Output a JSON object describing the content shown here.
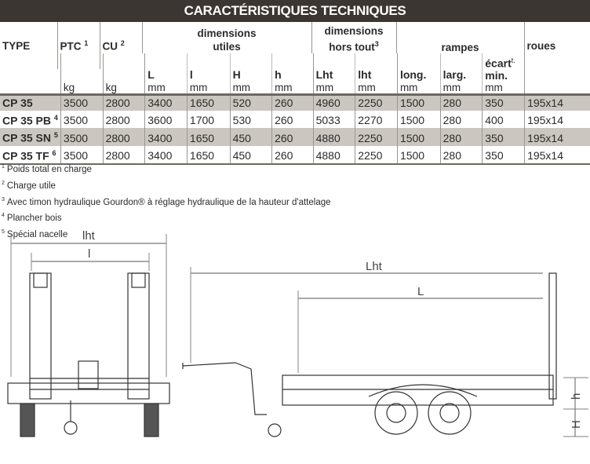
{
  "title": "CARACTÉRISTIQUES TECHNIQUES",
  "headers": {
    "type": "TYPE",
    "ptc": "PTC",
    "ptc_sup": "1",
    "cu": "CU",
    "cu_sup": "2",
    "dim_utiles_1": "dimensions",
    "dim_utiles_2": "utiles",
    "dim_hors_1": "dimensions",
    "dim_hors_2": "hors tout",
    "dim_hors_sup": "3",
    "rampes": "rampes",
    "roues": "roues",
    "L": "L",
    "l": "l",
    "H": "H",
    "h": "h",
    "Lht": "Lht",
    "lht": "lht",
    "long": "long.",
    "larg": "larg.",
    "ecart": "écart",
    "ecart_sup": "t.",
    "min": "min.",
    "kg": "kg",
    "mm": "mm"
  },
  "rows": [
    {
      "type": "CP 35",
      "sup": "",
      "ptc": "3500",
      "cu": "2800",
      "L": "3400",
      "l": "1650",
      "H": "520",
      "h": "260",
      "Lht": "4960",
      "lht": "2250",
      "long": "1500",
      "larg": "280",
      "ecart": "350",
      "roues": "195x14"
    },
    {
      "type": "CP 35 PB",
      "sup": "4",
      "ptc": "3500",
      "cu": "2800",
      "L": "3600",
      "l": "1700",
      "H": "530",
      "h": "260",
      "Lht": "5033",
      "lht": "2270",
      "long": "1500",
      "larg": "280",
      "ecart": "400",
      "roues": "195x14"
    },
    {
      "type": "CP 35 SN",
      "sup": "5",
      "ptc": "3500",
      "cu": "2800",
      "L": "3400",
      "l": "1650",
      "H": "450",
      "h": "260",
      "Lht": "4880",
      "lht": "2250",
      "long": "1500",
      "larg": "280",
      "ecart": "350",
      "roues": "195x14"
    },
    {
      "type": "CP 35 TF",
      "sup": "6",
      "ptc": "3500",
      "cu": "2800",
      "L": "3400",
      "l": "1650",
      "H": "450",
      "h": "260",
      "Lht": "4880",
      "lht": "2250",
      "long": "1500",
      "larg": "280",
      "ecart": "350",
      "roues": "195x14"
    }
  ],
  "notes": [
    {
      "n": "1",
      "text": "Poids total en charge"
    },
    {
      "n": "2",
      "text": "Charge utile"
    },
    {
      "n": "3",
      "text": "Avec timon hydraulique Gourdon® à réglage hydraulique de la hauteur d'attelage"
    },
    {
      "n": "4",
      "text": "Plancher bois"
    },
    {
      "n": "5",
      "text": "Spécial nacelle"
    }
  ],
  "drawing": {
    "lht": "lht",
    "l": "l",
    "Lht": "Lht",
    "L": "L",
    "h": "h",
    "H": "H"
  }
}
